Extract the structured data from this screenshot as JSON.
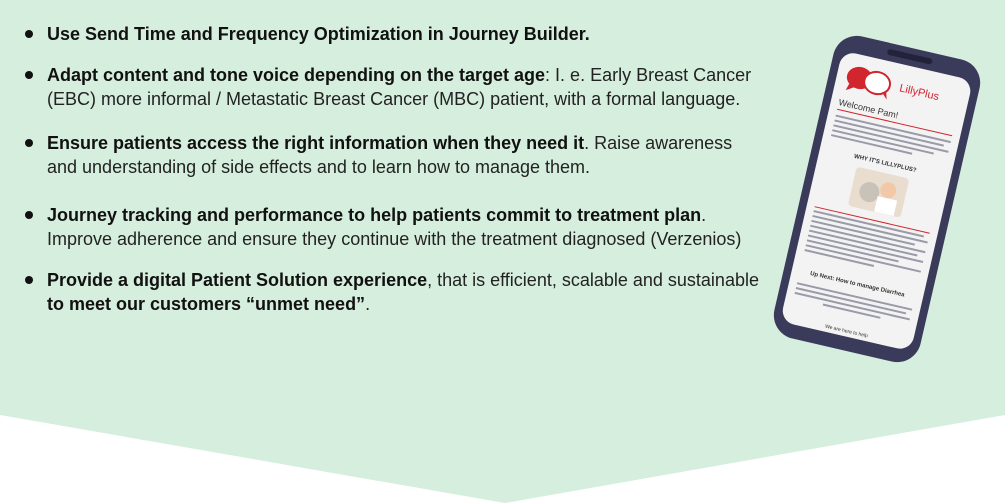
{
  "colors": {
    "background_mint": "#d6eedd",
    "brand_red": "#d2262f",
    "phone_frame": "#3a3a5a"
  },
  "bullets": [
    {
      "parts": [
        {
          "text": "Use Send Time and Frequency Optimization in Journey Builder.",
          "bold": true
        }
      ]
    },
    {
      "parts": [
        {
          "text": "Adapt content and tone voice depending on the target age",
          "bold": true
        },
        {
          "text": ": I. e. Early Breast Cancer (EBC) more informal / Metastatic Breast Cancer (MBC) patient, with a formal language.",
          "bold": false
        }
      ]
    },
    {
      "parts": [
        {
          "text": "Ensure patients access the right information when they need it",
          "bold": true
        },
        {
          "text": ".  Raise awareness and understanding of side effects and to learn how to manage them.",
          "bold": false
        }
      ]
    },
    {
      "parts": [
        {
          "text": "Journey tracking and performance to help patients commit to treatment plan",
          "bold": true
        },
        {
          "text": ". Improve adherence and ensure they continue with the treatment diagnosed (Verzenios)",
          "bold": false
        }
      ]
    },
    {
      "parts": [
        {
          "text": "Provide a digital Patient Solution experience",
          "bold": true
        },
        {
          "text": ", that is efficient,  scalable and sustainable ",
          "bold": false
        },
        {
          "text": "to meet our customers “unmet need”",
          "bold": true
        },
        {
          "text": ".",
          "bold": false
        }
      ]
    }
  ],
  "phone": {
    "brand": "LillyPlus",
    "welcome": "Welcome Pam!",
    "why_heading": "WHY IT'S LILLYPLUS?",
    "up_next": "Up Next: How to manage Diarrhea",
    "more_text": "We are here to help"
  }
}
